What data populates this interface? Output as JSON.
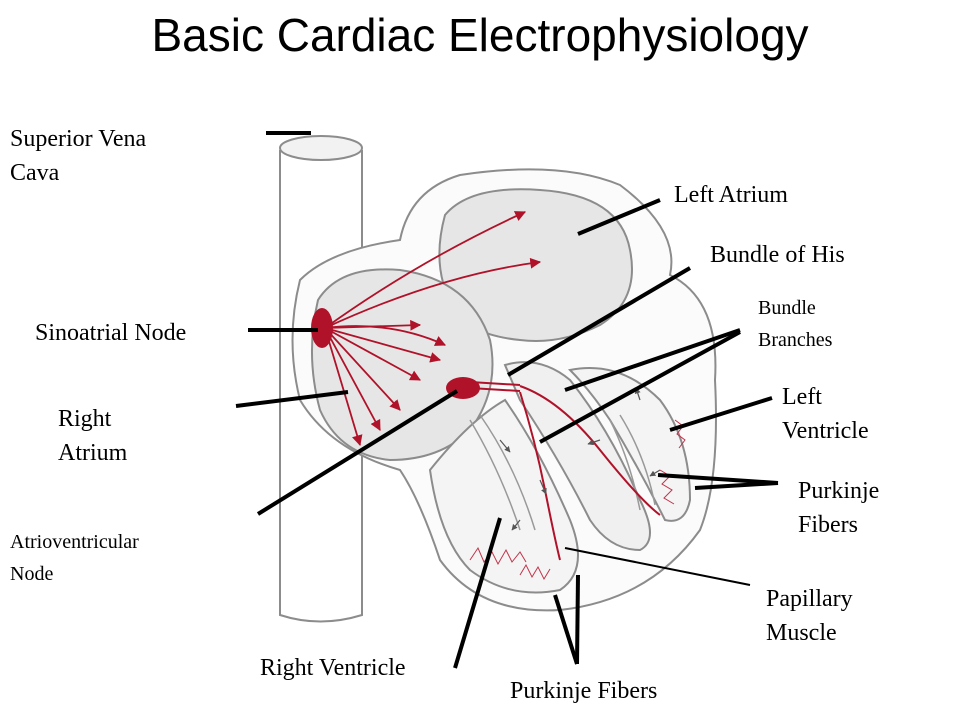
{
  "title": "Basic Cardiac Electrophysiology",
  "labels": {
    "superior_vena_cava": "Superior Vena\nCava",
    "left_atrium": "Left Atrium",
    "bundle_of_his": "Bundle of His",
    "bundle_branches": "Bundle\nBranches",
    "sinoatrial_node": "Sinoatrial Node",
    "right_atrium": "Right\nAtrium",
    "left_ventricle": "Left\nVentricle",
    "purkinje_fibers_right": "Purkinje\nFibers",
    "atrioventricular_node": "Atrioventricular\nNode",
    "papillary_muscle": "Papillary\nMuscle",
    "right_ventricle": "Right Ventricle",
    "purkinje_fibers_bottom": "Purkinje Fibers"
  },
  "colors": {
    "outline": "#8c8c8c",
    "chamber_fill": "#e6e6e6",
    "node_fill": "#b0122a",
    "conduction": "#b0122a",
    "leader": "#000000"
  }
}
